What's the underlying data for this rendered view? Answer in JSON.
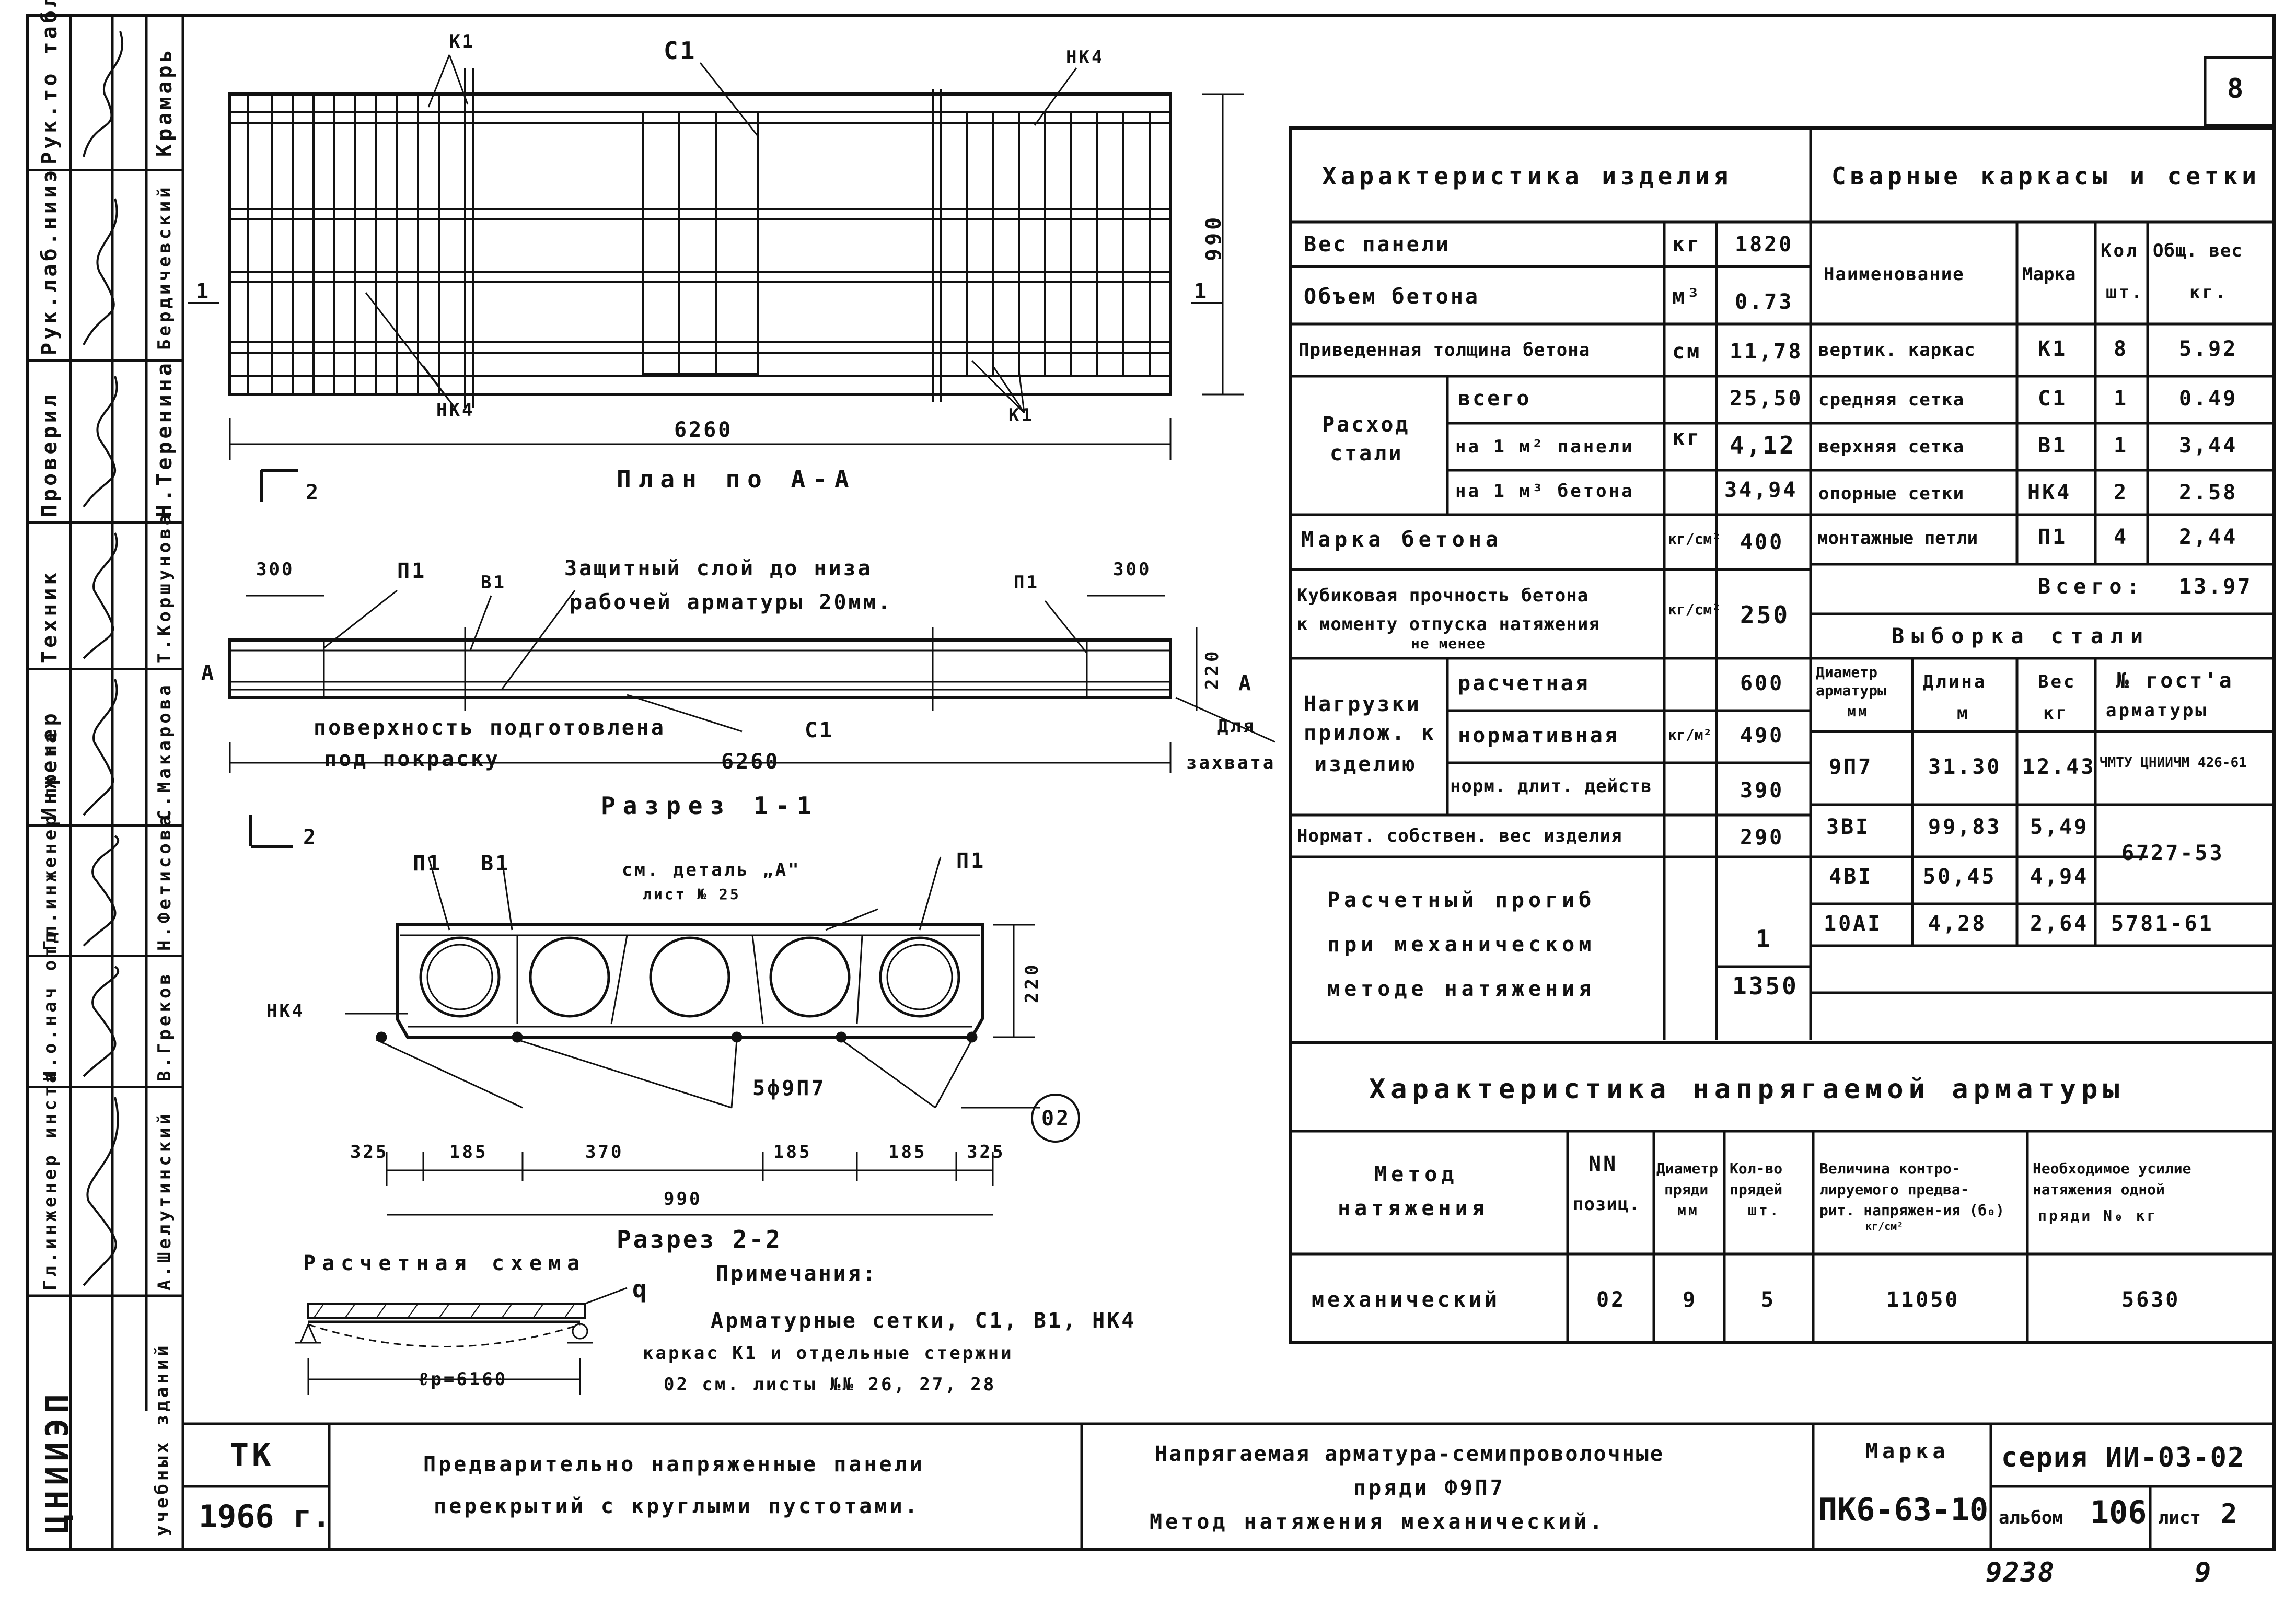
{
  "sheet": {
    "page_number": "8",
    "bottom_left_stamp": "ЦНИИЭП",
    "bottom_left_sub": "учебных зданий",
    "tk": "ТК",
    "year": "1966 г.",
    "title_1": "Предварительно напряженные панели",
    "title_2": "перекрытий с круглыми пустотами.",
    "desc_1": "Напрягаемая арматура-семипроволочные",
    "desc_2": "пряди Ф9П7",
    "desc_3": "Метод натяжения механический.",
    "marka_label": "Марка",
    "marka_value": "ПК6-63-10",
    "seria": "серия ИИ-03-02",
    "album_label": "альбом",
    "album_value": "106",
    "list_label": "лист",
    "list_value": "2",
    "hand_number": "9238",
    "hand_page": "9"
  },
  "left_stamp": {
    "roles": [
      "Рук.то таблиц",
      "Рук.лаб.нииэ",
      "Проверил",
      "Техник",
      "Инженер",
      "Гл.инженер пр-та",
      "И.о.нач отд",
      "Гл.инженер инста"
    ],
    "names": [
      "Крамарь",
      "Бердичевский",
      "Н.Теренина",
      "Т.Коршунова",
      "С.Макарова",
      "Н.Фетисова",
      "В.Греков",
      "А.Шелутинский"
    ]
  },
  "drawing": {
    "labels": {
      "k1_top": "К1",
      "c1_top": "С1",
      "nk4_top": "НК4",
      "dim_990": "990",
      "sec_1": "1",
      "nk4_bottom": "НК4",
      "k1_bottom": "К1",
      "dim_6260": "6260",
      "plan": "План по А-А",
      "arrow_2": "2",
      "dim_300a": "300",
      "p1_a": "П1",
      "b1": "В1",
      "protect_1": "Защитный слой до низа",
      "protect_2": "рабочей арматуры 20мм.",
      "p1_b": "П1",
      "dim_300b": "300",
      "a_left": "А",
      "a_right": "А",
      "dim_220": "220",
      "surface_1": "поверхность подготовлена",
      "c1_b": "С1",
      "surface_2": "под покраску",
      "dim_6260b": "6260",
      "grab_1": "Для",
      "grab_2": "захвата",
      "section_11": "Разрез 1-1",
      "arrow_2b": "2",
      "p1_c": "П1",
      "b1_c": "В1",
      "detail_1": "см. деталь „А\"",
      "detail_2": "лист № 25",
      "p1_d": "П1",
      "nk4_c": "НК4",
      "dim_220b": "220",
      "strands": "5ф9П7",
      "marker_02": "02",
      "dim_325a": "325",
      "dim_185a": "185",
      "dim_370": "370",
      "dim_185b": "185",
      "dim_185c": "185",
      "dim_325b": "325",
      "dim_990b": "990",
      "section_22": "Разрез 2-2",
      "scheme": "Расчетная схема",
      "q": "q",
      "lp": "ℓр=6160",
      "notes_title": "Примечания:",
      "note_1": "Арматурные сетки, С1, В1, НК4",
      "note_2": "каркас К1 и отдельные стержни",
      "note_3": "02 см. листы №№ 26, 27, 28"
    }
  },
  "product_table": {
    "header": "Характеристика изделия",
    "rows": {
      "weight": {
        "label": "Вес панели",
        "unit": "кг",
        "value": "1820"
      },
      "volume": {
        "label": "Объем бетона",
        "unit": "м³",
        "value": "0.73"
      },
      "thickness": {
        "label": "Приведенная толщина бетона",
        "unit": "см",
        "value": "11,78"
      },
      "steel_label_1": "Расход",
      "steel_label_2": "стали",
      "steel_unit": "кг",
      "steel_total": {
        "label": "всего",
        "value": "25,50"
      },
      "steel_m2": {
        "label": "на 1 м² панели",
        "value": "4,12"
      },
      "steel_m3": {
        "label": "на 1 м³ бетона",
        "value": "34,94"
      },
      "grade": {
        "label": "Марка бетона",
        "unit": "кг/см²",
        "value": "400"
      },
      "cube_1": "Кубиковая прочность бетона",
      "cube_2": "к моменту отпуска натяжения",
      "cube_3": "не менее",
      "cube_unit": "кг/см²",
      "cube_value": "250",
      "load_1": "Нагрузки",
      "load_2": "прилож. к",
      "load_3": "изделию",
      "load_unit": "кг/м²",
      "load_calc": {
        "label": "расчетная",
        "value": "600"
      },
      "load_norm": {
        "label": "нормативная",
        "value": "490"
      },
      "load_long": {
        "label": "норм. длит. действ",
        "value": "390"
      },
      "own_weight": {
        "label": "Нормат. собствен. вес изделия",
        "value": "290"
      },
      "deflection_1": "Расчетный прогиб",
      "deflection_2": "при механическом",
      "deflection_3": "методе натяжения",
      "deflection_num": "1",
      "deflection_den": "1350"
    }
  },
  "frames_table": {
    "header": "Сварные каркасы и сетки",
    "col_name": "Наименование",
    "col_mark": "Марка",
    "col_qty_1": "Кол",
    "col_qty_2": "шт.",
    "col_weight_1": "Общ. вес",
    "col_weight_2": "кг.",
    "rows": [
      {
        "name": "вертик. каркас",
        "mark": "К1",
        "qty": "8",
        "weight": "5.92"
      },
      {
        "name": "средняя сетка",
        "mark": "С1",
        "qty": "1",
        "weight": "0.49"
      },
      {
        "name": "верхняя сетка",
        "mark": "В1",
        "qty": "1",
        "weight": "3,44"
      },
      {
        "name": "опорные сетки",
        "mark": "НК4",
        "qty": "2",
        "weight": "2.58"
      },
      {
        "name": "монтажные петли",
        "mark": "П1",
        "qty": "4",
        "weight": "2,44"
      }
    ],
    "total_label": "Всего:",
    "total_value": "13.97"
  },
  "steel_table": {
    "header": "Выборка стали",
    "col_diam_1": "Диаметр",
    "col_diam_2": "арматуры",
    "col_diam_3": "мм",
    "col_len_1": "Длина",
    "col_len_2": "м",
    "col_wt_1": "Вес",
    "col_wt_2": "кг",
    "col_gost_1": "№ гост'а",
    "col_gost_2": "арматуры",
    "rows": [
      {
        "diam": "9П7",
        "len": "31.30",
        "wt": "12.43",
        "gost": "ЧМТУ ЦНИИЧМ 426-61"
      },
      {
        "diam": "3ВI",
        "len": "99,83",
        "wt": "5,49",
        "gost": "6727-53"
      },
      {
        "diam": "4ВI",
        "len": "50,45",
        "wt": "4,94",
        "gost": ""
      },
      {
        "diam": "10АI",
        "len": "4,28",
        "wt": "2,64",
        "gost": "5781-61"
      }
    ]
  },
  "tension_table": {
    "header": "Характеристика напрягаемой арматуры",
    "col_method_1": "Метод",
    "col_method_2": "натяжения",
    "col_pos_1": "NN",
    "col_pos_2": "позиц.",
    "col_diam_1": "Диаметр",
    "col_diam_2": "пряди",
    "col_diam_3": "мм",
    "col_count_1": "Кол-во",
    "col_count_2": "прядей",
    "col_count_3": "шт.",
    "col_ctrl_1": "Величина контро-",
    "col_ctrl_2": "лируемого предва-",
    "col_ctrl_3": "рит. напряжен-ия (б₀)",
    "col_ctrl_4": "кг/см²",
    "col_force_1": "Необходимое усилие",
    "col_force_2": "натяжения одной",
    "col_force_3": "пряди  N₀  кг",
    "row": {
      "method": "механический",
      "pos": "02",
      "diam": "9",
      "count": "5",
      "ctrl": "11050",
      "force": "5630"
    }
  }
}
